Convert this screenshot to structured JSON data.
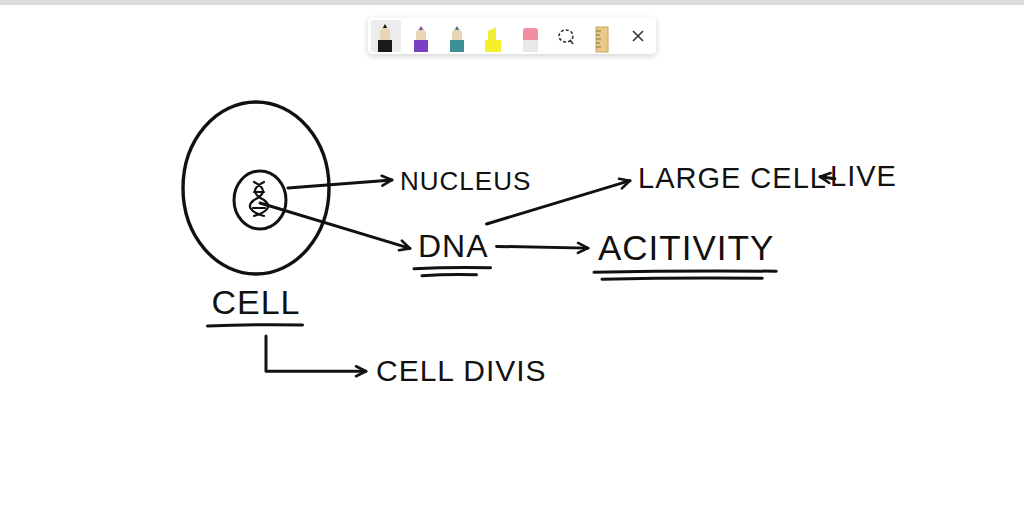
{
  "diagram": {
    "nodes": [
      {
        "text": [
          "CELL"
        ]
      },
      {
        "text": [
          "NUCLEUS"
        ]
      },
      {
        "text": [
          "DNA"
        ]
      },
      {
        "text": [
          "LARGE CELL"
        ]
      },
      {
        "text": [
          "LIVE"
        ]
      },
      {
        "text": [
          "ACITIVITY"
        ]
      },
      {
        "text": [
          "CELL DIVIS"
        ]
      }
    ],
    "edges": [
      {
        "from": 0,
        "to": 1,
        "arrow": "to"
      },
      {
        "from": 0,
        "to": 2,
        "arrow": "to"
      },
      {
        "from": 2,
        "to": 3,
        "arrow": "to"
      },
      {
        "from": 3,
        "to": 4,
        "arrow": "to"
      },
      {
        "from": 2,
        "to": 5,
        "arrow": "to"
      },
      {
        "from": 0,
        "to": 6,
        "arrow": "to"
      }
    ]
  }
}
